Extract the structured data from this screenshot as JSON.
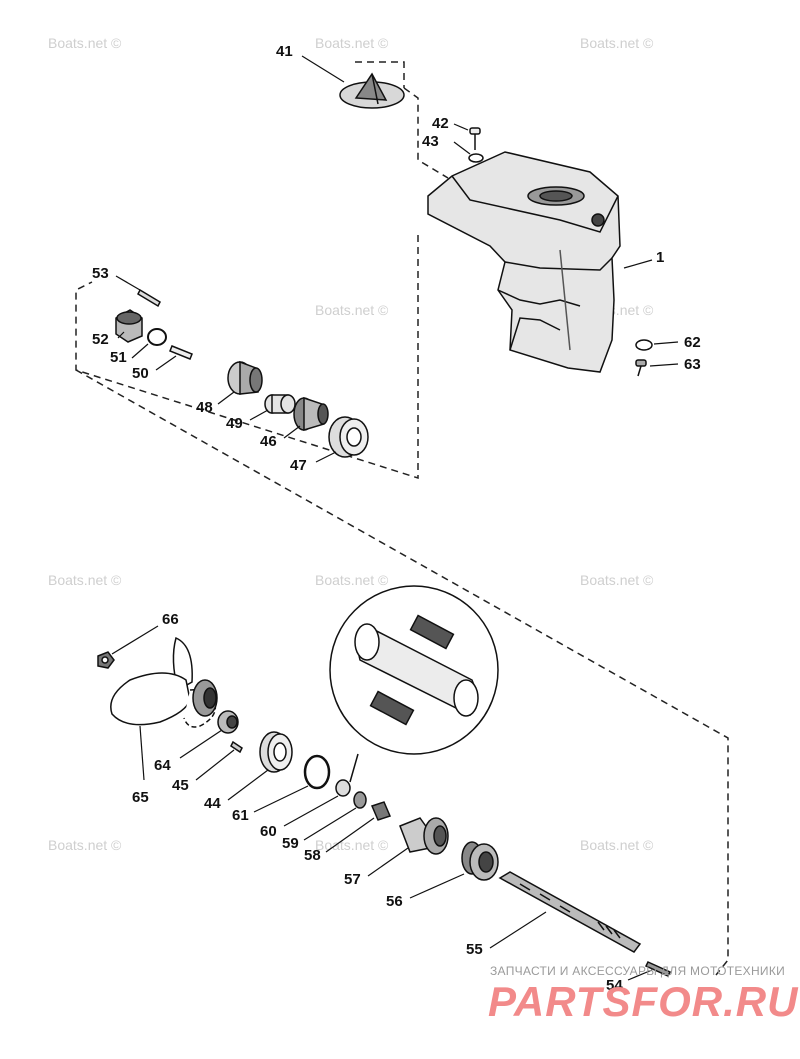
{
  "watermark_text": "Boats.net ©",
  "footer": {
    "caption": "ЗАПЧАСТИ И АКСЕССУАРЫ ДЛЯ МОТОТЕХНИКИ",
    "logo": "PARTSFOR.RU"
  },
  "parts": [
    {
      "id": "p41",
      "num": "41",
      "name": "anode"
    },
    {
      "id": "p42",
      "num": "42",
      "name": "screw"
    },
    {
      "id": "p43",
      "num": "43",
      "name": "washer"
    },
    {
      "id": "p1",
      "num": "1",
      "name": "gearcase-housing"
    },
    {
      "id": "p62",
      "num": "62",
      "name": "washer"
    },
    {
      "id": "p63",
      "num": "63",
      "name": "screw"
    },
    {
      "id": "p53",
      "num": "53",
      "name": "pin"
    },
    {
      "id": "p52",
      "num": "52",
      "name": "clutch-dog"
    },
    {
      "id": "p51",
      "num": "51",
      "name": "spring-ring"
    },
    {
      "id": "p50",
      "num": "50",
      "name": "shift-plunger"
    },
    {
      "id": "p48",
      "num": "48",
      "name": "gear"
    },
    {
      "id": "p49",
      "num": "49",
      "name": "bushing"
    },
    {
      "id": "p46",
      "num": "46",
      "name": "bearing"
    },
    {
      "id": "p47",
      "num": "47",
      "name": "seal"
    },
    {
      "id": "p66",
      "num": "66",
      "name": "nut"
    },
    {
      "id": "p65",
      "num": "65",
      "name": "propeller"
    },
    {
      "id": "p64",
      "num": "64",
      "name": "thrust-washer"
    },
    {
      "id": "p45",
      "num": "45",
      "name": "screw"
    },
    {
      "id": "p44",
      "num": "44",
      "name": "bearing-carrier"
    },
    {
      "id": "p61",
      "num": "61",
      "name": "o-ring"
    },
    {
      "id": "p60",
      "num": "60",
      "name": "seal"
    },
    {
      "id": "p59",
      "num": "59",
      "name": "washer"
    },
    {
      "id": "p58",
      "num": "58",
      "name": "bushing"
    },
    {
      "id": "p57",
      "num": "57",
      "name": "reverse-gear"
    },
    {
      "id": "p56",
      "num": "56",
      "name": "bearing"
    },
    {
      "id": "p55",
      "num": "55",
      "name": "propeller-shaft"
    },
    {
      "id": "p54",
      "num": "54",
      "name": "pin"
    }
  ]
}
